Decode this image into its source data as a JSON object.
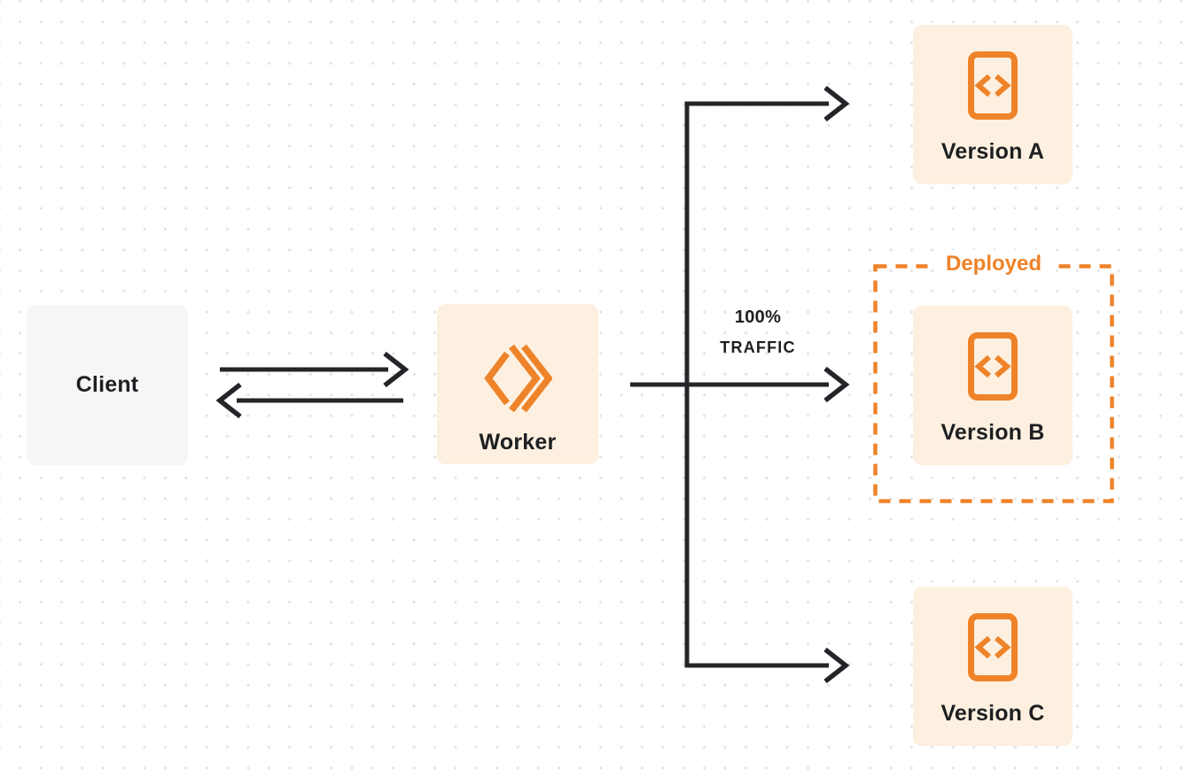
{
  "diagram": {
    "colors": {
      "accent_orange": "#ee8329",
      "node_cream_bg": "#fdf0e0",
      "client_node_bg": "#f5f6f8",
      "text_dark": "#1d1f21",
      "arrow_black": "#232529",
      "canvas_dot": "#e3e3e5"
    },
    "nodes": {
      "client": {
        "label": "Client"
      },
      "worker": {
        "label": "Worker",
        "icon": "workers-logo-icon"
      },
      "version_a": {
        "label": "Version A",
        "icon": "code-file-icon"
      },
      "version_b": {
        "label": "Version B",
        "icon": "code-file-icon"
      },
      "version_c": {
        "label": "Version C",
        "icon": "code-file-icon"
      }
    },
    "annotations": {
      "deployed": {
        "label": "Deployed"
      },
      "traffic": {
        "line1": "100%",
        "line2": "TRAFFIC"
      }
    }
  }
}
